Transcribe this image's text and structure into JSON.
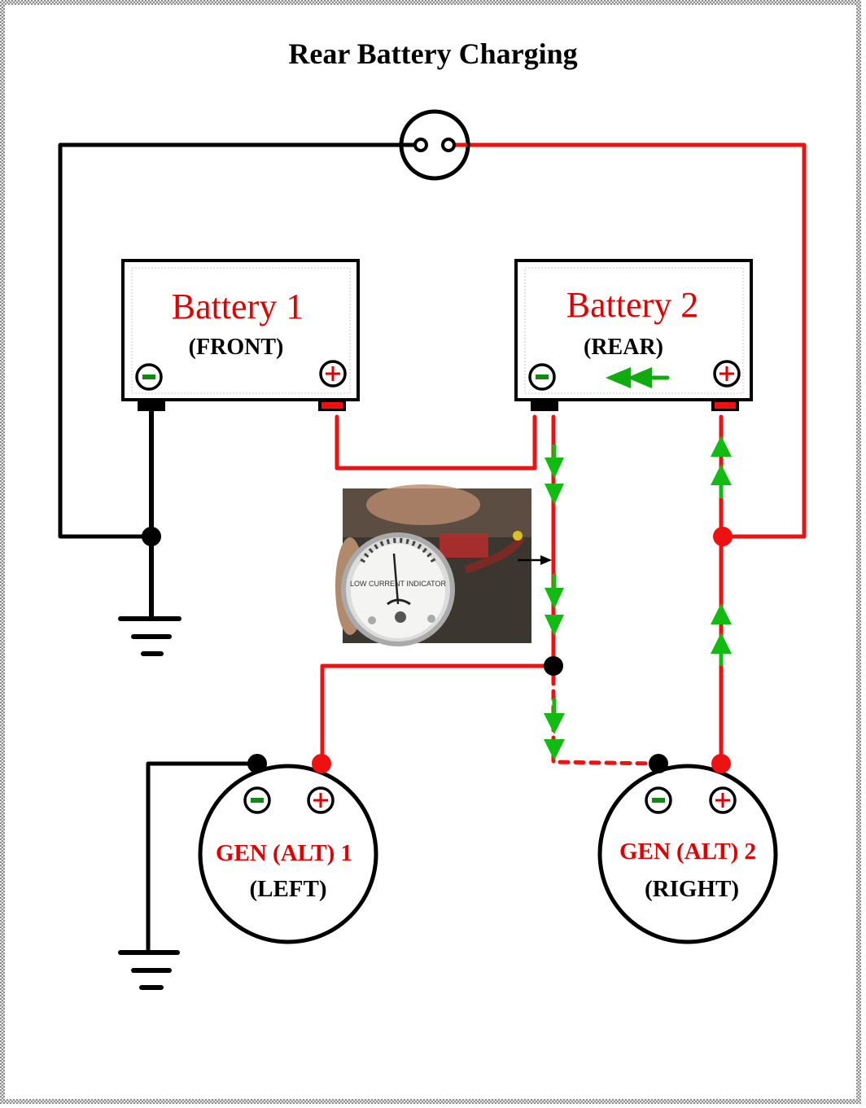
{
  "title": "Rear Battery Charging",
  "colors": {
    "positive_wire": "#ee1111",
    "negative_wire": "#000000",
    "current_flow_arrow": "#11bb11",
    "label_red": "#e00000"
  },
  "batteries": [
    {
      "name": "Battery 1",
      "position": "(FRONT)",
      "neg_symbol": "−",
      "pos_symbol": "+"
    },
    {
      "name": "Battery 2",
      "position": "(REAR)",
      "neg_symbol": "−",
      "pos_symbol": "+"
    }
  ],
  "generators": [
    {
      "name": "GEN (ALT) 1",
      "position": "(LEFT)",
      "neg_symbol": "−",
      "pos_symbol": "+"
    },
    {
      "name": "GEN (ALT) 2",
      "position": "(RIGHT)",
      "neg_symbol": "−",
      "pos_symbol": "+"
    }
  ],
  "components": {
    "connector": "two-pin charging plug",
    "gauge_photo_label": "LOW CURRENT INDICATOR",
    "grounds": [
      "ground-battery-negative",
      "ground-generator-1-negative"
    ]
  },
  "current_flow": {
    "battery2_internal_arrow": "right-to-left",
    "battery2_negative_lead": "downward",
    "battery2_positive_lead": "upward"
  }
}
